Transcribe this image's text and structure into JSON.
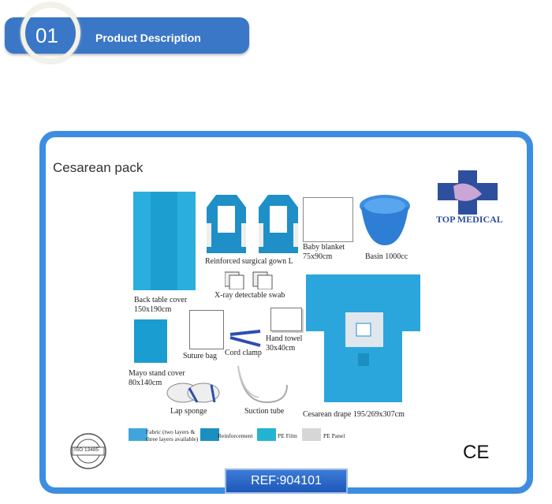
{
  "header": {
    "number": "01",
    "title": "Product Description"
  },
  "pack": {
    "title": "Cesarean pack",
    "brand": "TOP MEDICAL",
    "ref": "REF:904101",
    "ce_mark": "CE",
    "iso_stamp": "ISO 13485"
  },
  "items": [
    {
      "name": "Back table cover",
      "size": "150x190cm"
    },
    {
      "name": "Reinforced surgical gown L"
    },
    {
      "name": "Baby blanket",
      "size": "75x90cm"
    },
    {
      "name": "Basin 1000cc"
    },
    {
      "name": "X-ray detectable swab"
    },
    {
      "name": "Mayo stand cover",
      "size": "80x140cm"
    },
    {
      "name": "Suture bag"
    },
    {
      "name": "Cord clamp"
    },
    {
      "name": "Hand towel",
      "size": "30x40cm"
    },
    {
      "name": "Lap sponge"
    },
    {
      "name": "Suction tube"
    },
    {
      "name": "Cesarean drape 195/269x307cm"
    }
  ],
  "legend": [
    {
      "label": "Fabric (two layers & three layers available)",
      "color": "#3fa5dc"
    },
    {
      "label": "Reinforcement",
      "color": "#1a8fc0"
    },
    {
      "label": "PE Film",
      "color": "#22b4d0"
    },
    {
      "label": "PE Panel",
      "color": "#d6d6d6"
    }
  ]
}
